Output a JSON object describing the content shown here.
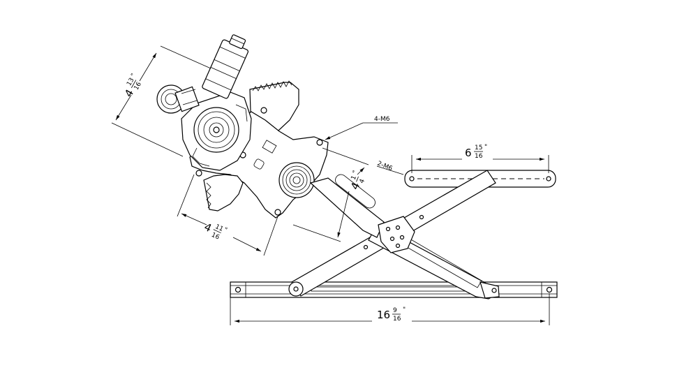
{
  "dimensions": {
    "overall_length": {
      "whole": "16",
      "num": "9",
      "den": "16",
      "unit": "\""
    },
    "bracket_length": {
      "whole": "6",
      "num": "15",
      "den": "16",
      "unit": "\""
    },
    "motor_height": {
      "whole": "4",
      "num": "13",
      "den": "16",
      "unit": "\""
    },
    "plate_width": {
      "whole": "4",
      "num": "11",
      "den": "16",
      "unit": "\""
    },
    "plate_height": {
      "whole": "4",
      "num": "1",
      "den": "4",
      "unit": "\""
    }
  },
  "callouts": {
    "motor_bolts": "4-M6",
    "bracket_bolts": "2-M6"
  }
}
